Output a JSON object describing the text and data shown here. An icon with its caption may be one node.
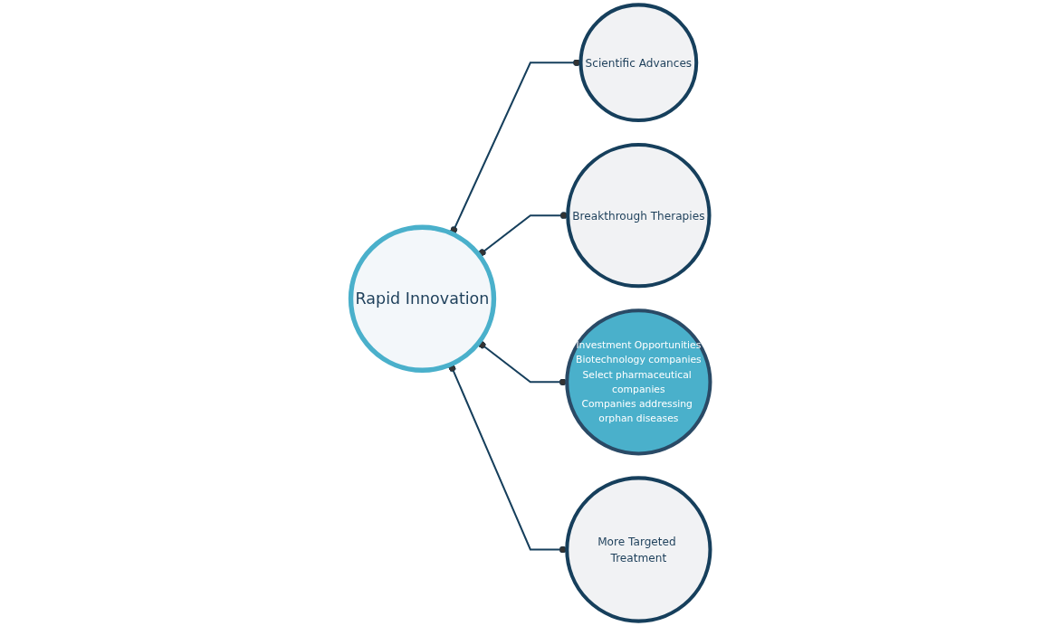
{
  "diagram": {
    "nodes": [
      {
        "text": [
          "Rapid Innovation"
        ]
      },
      {
        "text": [
          "Scientific Advances"
        ]
      },
      {
        "text": [
          "Breakthrough Therapies"
        ]
      },
      {
        "text": [
          "Investment Opportunities",
          "Biotechnology companies",
          "Select pharmaceutical companies",
          "Companies addressing orphan diseases"
        ]
      },
      {
        "text": [
          "More Targeted Treatment"
        ]
      }
    ],
    "edges": [
      {
        "from": 0,
        "to": 1,
        "arrow": "other"
      },
      {
        "from": 0,
        "to": 2,
        "arrow": "other"
      },
      {
        "from": 0,
        "to": 3,
        "arrow": "other"
      },
      {
        "from": 0,
        "to": 4,
        "arrow": "other"
      }
    ]
  }
}
